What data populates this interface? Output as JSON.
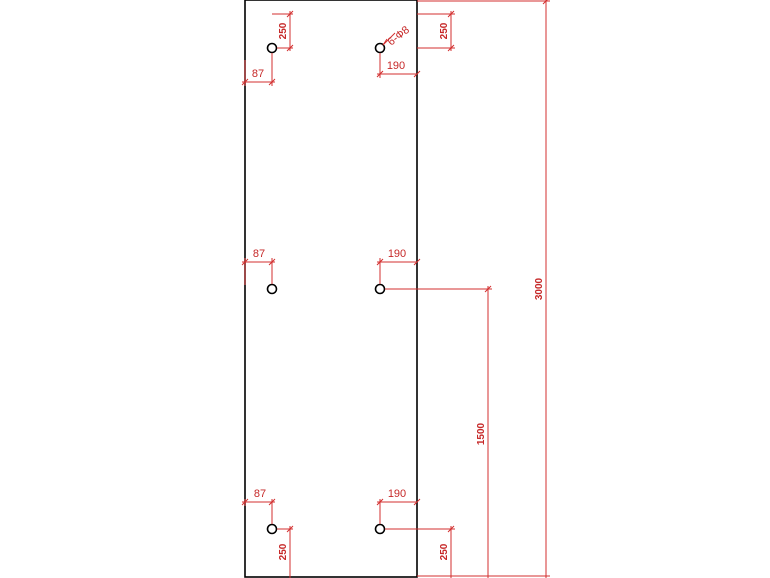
{
  "drawing": {
    "line_color": "#000000",
    "dimension_color": "#d32f2f",
    "labels": {
      "top_left_250": "250",
      "top_right_250": "250",
      "top_left_87": "87",
      "top_right_190": "190",
      "hole_callout": "6-Ф8",
      "mid_left_87": "87",
      "mid_right_190": "190",
      "bot_left_87": "87",
      "bot_right_190": "190",
      "bot_left_250": "250",
      "bot_right_250": "250",
      "half_height_1500": "1500",
      "total_height_3000": "3000"
    }
  }
}
